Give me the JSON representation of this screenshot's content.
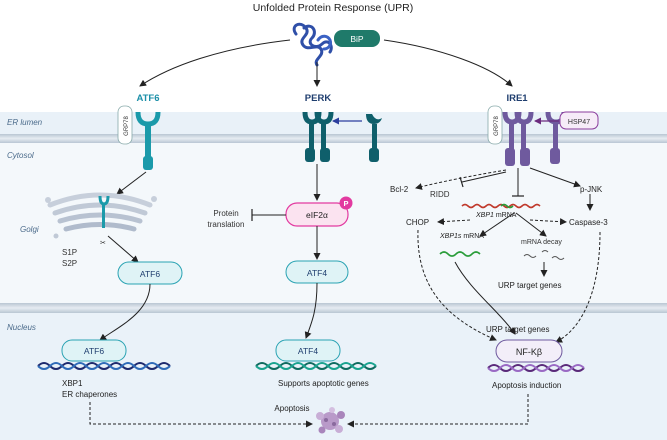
{
  "title": "Unfolded Protein Response (UPR)",
  "compartments": {
    "er_lumen": "ER lumen",
    "cytosol": "Cytosol",
    "golgi": "Golgi",
    "nucleus": "Nucleus"
  },
  "chaperone": {
    "bip": "BiP"
  },
  "sensors": {
    "atf6": "ATF6",
    "perk": "PERK",
    "ire1": "IRE1"
  },
  "grp78": "GRP78",
  "hsp47": "HSP47",
  "atf6_branch": {
    "proteases": [
      "S1P",
      "S2P"
    ],
    "cyto_box": "ATF6",
    "nucleus_box": "ATF6",
    "outputs": [
      "XBP1",
      "ER chaperones"
    ]
  },
  "perk_branch": {
    "eif2a": "eIF2α",
    "phospho": "P",
    "protein_translation": [
      "Protein",
      "translation"
    ],
    "cyto_box": "ATF4",
    "nucleus_box": "ATF4",
    "output": "Supports apoptotic genes"
  },
  "ire1_branch": {
    "bcl2": "Bcl-2",
    "ridd": "RIDD",
    "pjnk": "p-JNK",
    "xbp1_mrna": "XBP1",
    "mrna_suffix": " mRNA",
    "chop": "CHOP",
    "caspase3": "Caspase-3",
    "xbp1s_mrna": "XBP1s",
    "mrna_decay": "mRNA decay",
    "urp_target_genes_cyto": "URP target genes",
    "urp_target_genes_nuc": "URP target genes",
    "nfkb": "NF-Kβ",
    "output": "Apoptosis induction"
  },
  "apoptosis": "Apoptosis",
  "colors": {
    "teal": "#1b9aaa",
    "dark_teal": "#0f5f6b",
    "purple": "#6f5a9e",
    "pink": "#e23aa0",
    "navy": "#1e2a6e",
    "box_fill": "#dff3f6",
    "box_stroke": "#2aa3b3"
  }
}
